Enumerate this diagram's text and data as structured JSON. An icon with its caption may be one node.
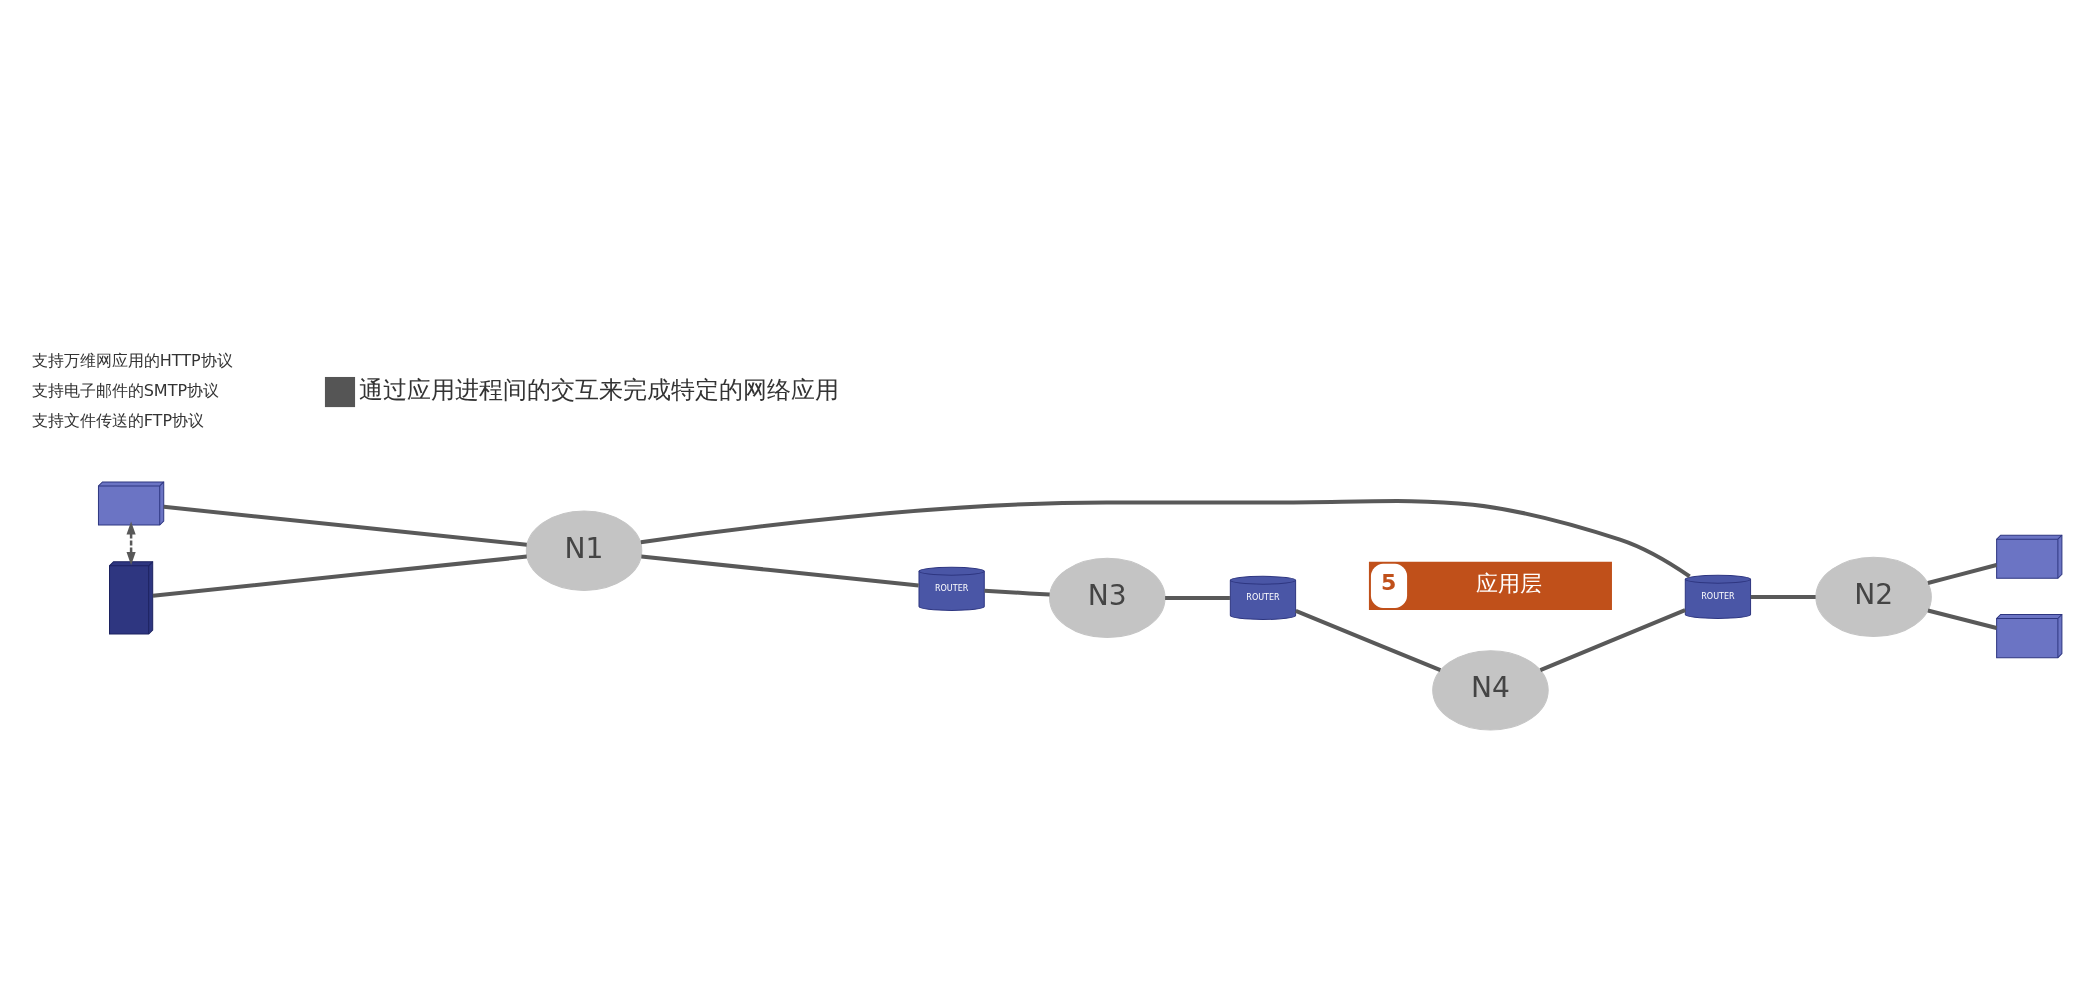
{
  "diagram": {
    "nodes": [
      {
        "text": [],
        "shape": "picture"
      },
      {
        "text": [],
        "shape": "picture"
      },
      {
        "text": [
          "N1"
        ]
      },
      {
        "text": [
          "ROUTER"
        ]
      },
      {
        "text": [
          "N2"
        ]
      },
      {
        "text": [],
        "shape": "picture"
      },
      {
        "text": [],
        "shape": "picture"
      },
      {
        "text": [
          "ROUTER"
        ]
      },
      {
        "text": [
          "N3"
        ]
      },
      {
        "text": [
          "N4"
        ]
      },
      {
        "text": [
          "ROUTER"
        ]
      }
    ],
    "edges": [
      {
        "from": 0,
        "to": 1,
        "arrow": "both",
        "style": "dashed"
      },
      {
        "from": 0,
        "to": 2,
        "arrow": "none"
      },
      {
        "from": 1,
        "to": 2,
        "arrow": "none"
      },
      {
        "from": 2,
        "to": 3,
        "arrow": "none"
      },
      {
        "from": 3,
        "to": 4,
        "arrow": "none"
      },
      {
        "from": 4,
        "to": 5,
        "arrow": "none"
      },
      {
        "from": 4,
        "to": 6,
        "arrow": "none"
      },
      {
        "from": 2,
        "to": 7,
        "arrow": "none"
      },
      {
        "from": 7,
        "to": 8,
        "arrow": "none"
      },
      {
        "from": 8,
        "to": 10,
        "arrow": "none"
      },
      {
        "from": 10,
        "to": 9,
        "arrow": "none"
      },
      {
        "from": 9,
        "to": 3,
        "arrow": "none"
      }
    ],
    "labels": [
      "支持万维网应用的HTTP协议",
      "支持电子邮件的SMTP协议",
      "支持文件传送的FTP协议",
      "通过应用进程间的交互来完成特定的网络应用",
      "5",
      "应用层"
    ]
  }
}
